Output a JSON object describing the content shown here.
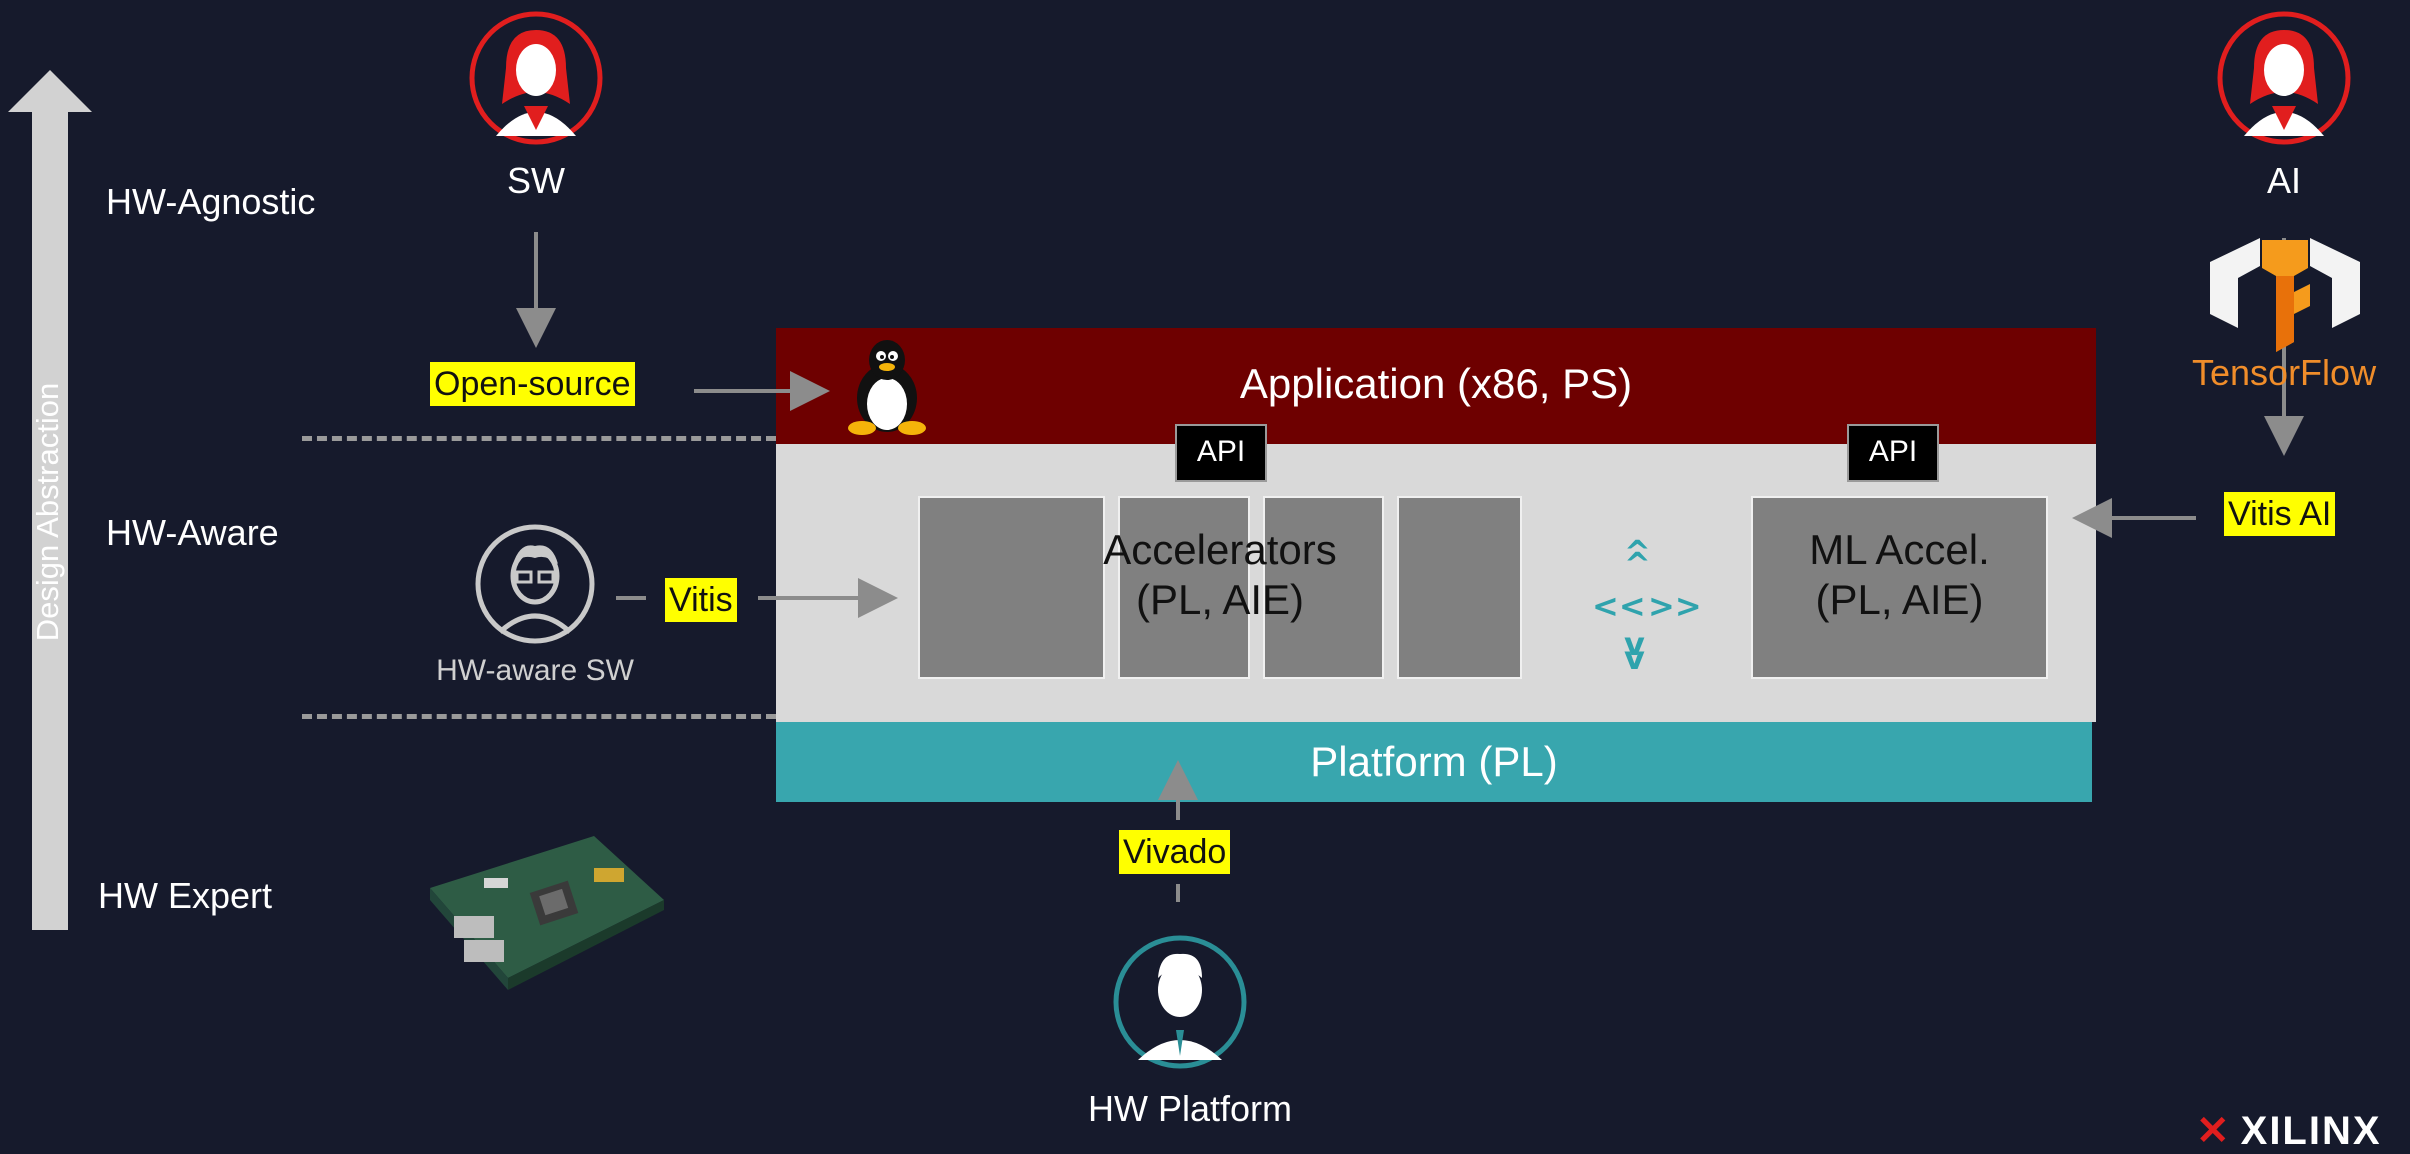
{
  "axis": {
    "label": "Design Abstraction",
    "levels": [
      "HW-Agnostic",
      "HW-Aware",
      "HW Expert"
    ]
  },
  "personas": {
    "sw": "SW",
    "ai": "AI",
    "hw_aware_sw": "HW-aware SW",
    "hw_platform": "HW Platform"
  },
  "tools": {
    "open_source": "Open-source",
    "vitis": "Vitis",
    "vitis_ai": "Vitis AI",
    "vivado": "Vivado"
  },
  "stack": {
    "application": "Application (x86, PS)",
    "api_left": "API",
    "api_right": "API",
    "accelerators_line1": "Accelerators",
    "accelerators_line2": "(PL, AIE)",
    "ml_accel_line1": "ML Accel.",
    "ml_accel_line2": "(PL, AIE)",
    "platform": "Platform (PL)",
    "chevrons": {
      "up": "^",
      "down": "v",
      "left": "<<",
      "right": ">>"
    }
  },
  "logos": {
    "tensorflow": "TensorFlow",
    "xilinx": "XILINX"
  },
  "colors": {
    "background": "#161a2c",
    "application": "#6e0000",
    "middle": "#d9d9d9",
    "platform": "#38a6ae",
    "highlight": "#ffff00",
    "persona_red": "#e11e1e",
    "persona_teal": "#2a8e96"
  }
}
